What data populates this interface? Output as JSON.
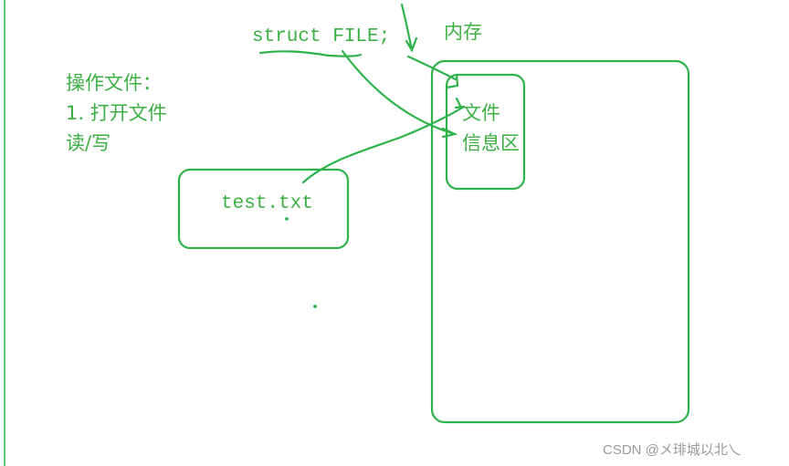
{
  "labels": {
    "struct": "struct FILE;",
    "memory": "内存",
    "ops_title": "操作文件：",
    "ops_step1": "1. 打开文件",
    "ops_step2": "读/写",
    "file_name": "test.txt",
    "info_line1": "文件",
    "info_line2": "信息区"
  },
  "watermark": "CSDN @メ琲城以北乀",
  "colors": {
    "stroke": "#2db34a",
    "text": "#3cb043"
  }
}
